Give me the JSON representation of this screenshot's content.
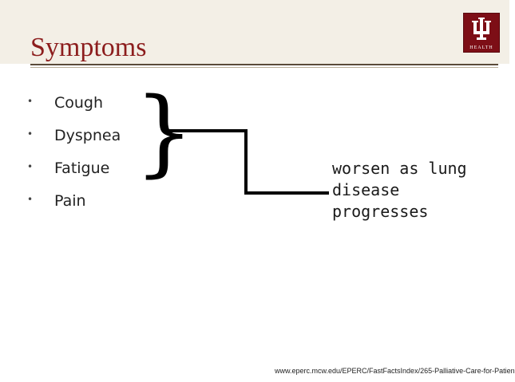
{
  "slide": {
    "title": "Symptoms",
    "bullets": [
      "Cough",
      "Dyspnea",
      "Fatigue",
      "Pain"
    ],
    "bullet_glyph": "•",
    "brace_glyph": "}",
    "note": "worsen as lung disease progresses",
    "source": "www.eperc.mcw.edu/EPERC/FastFactsIndex/265-Palliative-Care-for-Patien"
  },
  "logo": {
    "icon": "iu-trident-icon",
    "text": "HEALTH"
  },
  "colors": {
    "title": "#8c1d1d",
    "logo_bg": "#7d0e16",
    "header_band": "#f3efe6",
    "rule": "#5a4a3a"
  }
}
